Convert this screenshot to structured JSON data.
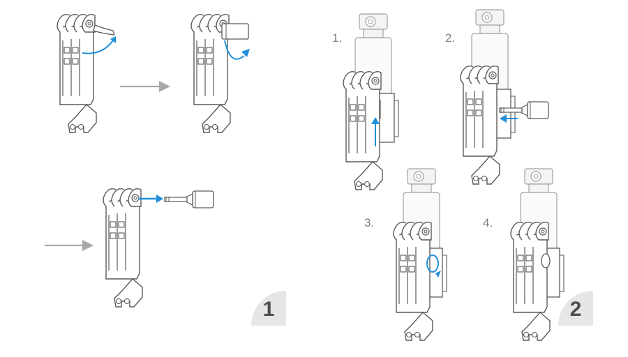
{
  "panels": [
    {
      "badge": "1"
    },
    {
      "badge": "2",
      "steps": [
        "1.",
        "2.",
        "3.",
        "4."
      ]
    }
  ],
  "icons": [
    "extension-arm-icon",
    "thumb-screw-icon",
    "pocket-gimbal-camera-icon",
    "mount-clip-icon"
  ],
  "colors": {
    "line": "#5a5a5a",
    "accent": "#1f8fd8",
    "arrow_gray": "#a8a8a8",
    "badge_bg": "#e6e6e6",
    "badge_text": "#4d4d4d",
    "label": "#808080"
  }
}
